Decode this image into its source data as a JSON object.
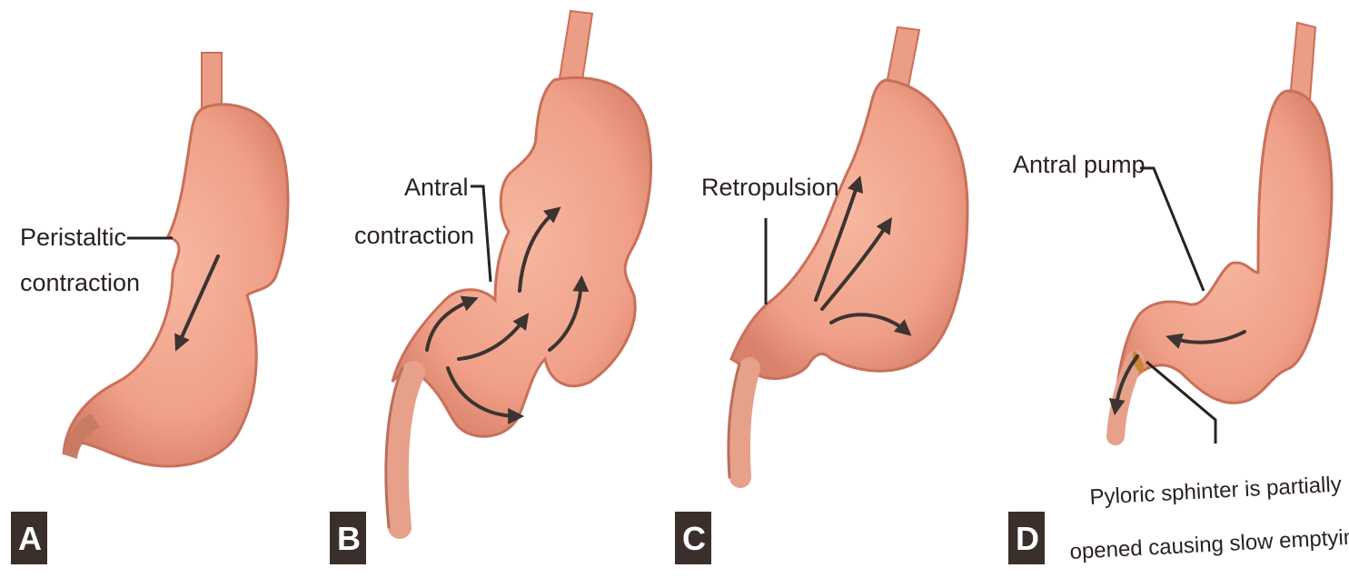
{
  "panels": [
    {
      "letter": "A",
      "labels": [
        "Peristaltic",
        "contraction"
      ]
    },
    {
      "letter": "B",
      "labels": [
        "Antral",
        "contraction"
      ]
    },
    {
      "letter": "C",
      "labels": [
        "Retropulsion"
      ]
    },
    {
      "letter": "D",
      "labels": [
        "Antral pump"
      ],
      "note": [
        "Pyloric sphinter is partially",
        "opened causing slow emptying"
      ]
    }
  ],
  "colors": {
    "stomach_fill": "#f2a58c",
    "stomach_edge": "#c9705a",
    "badge": "#3a2f2b",
    "arrow": "#3b3431"
  }
}
